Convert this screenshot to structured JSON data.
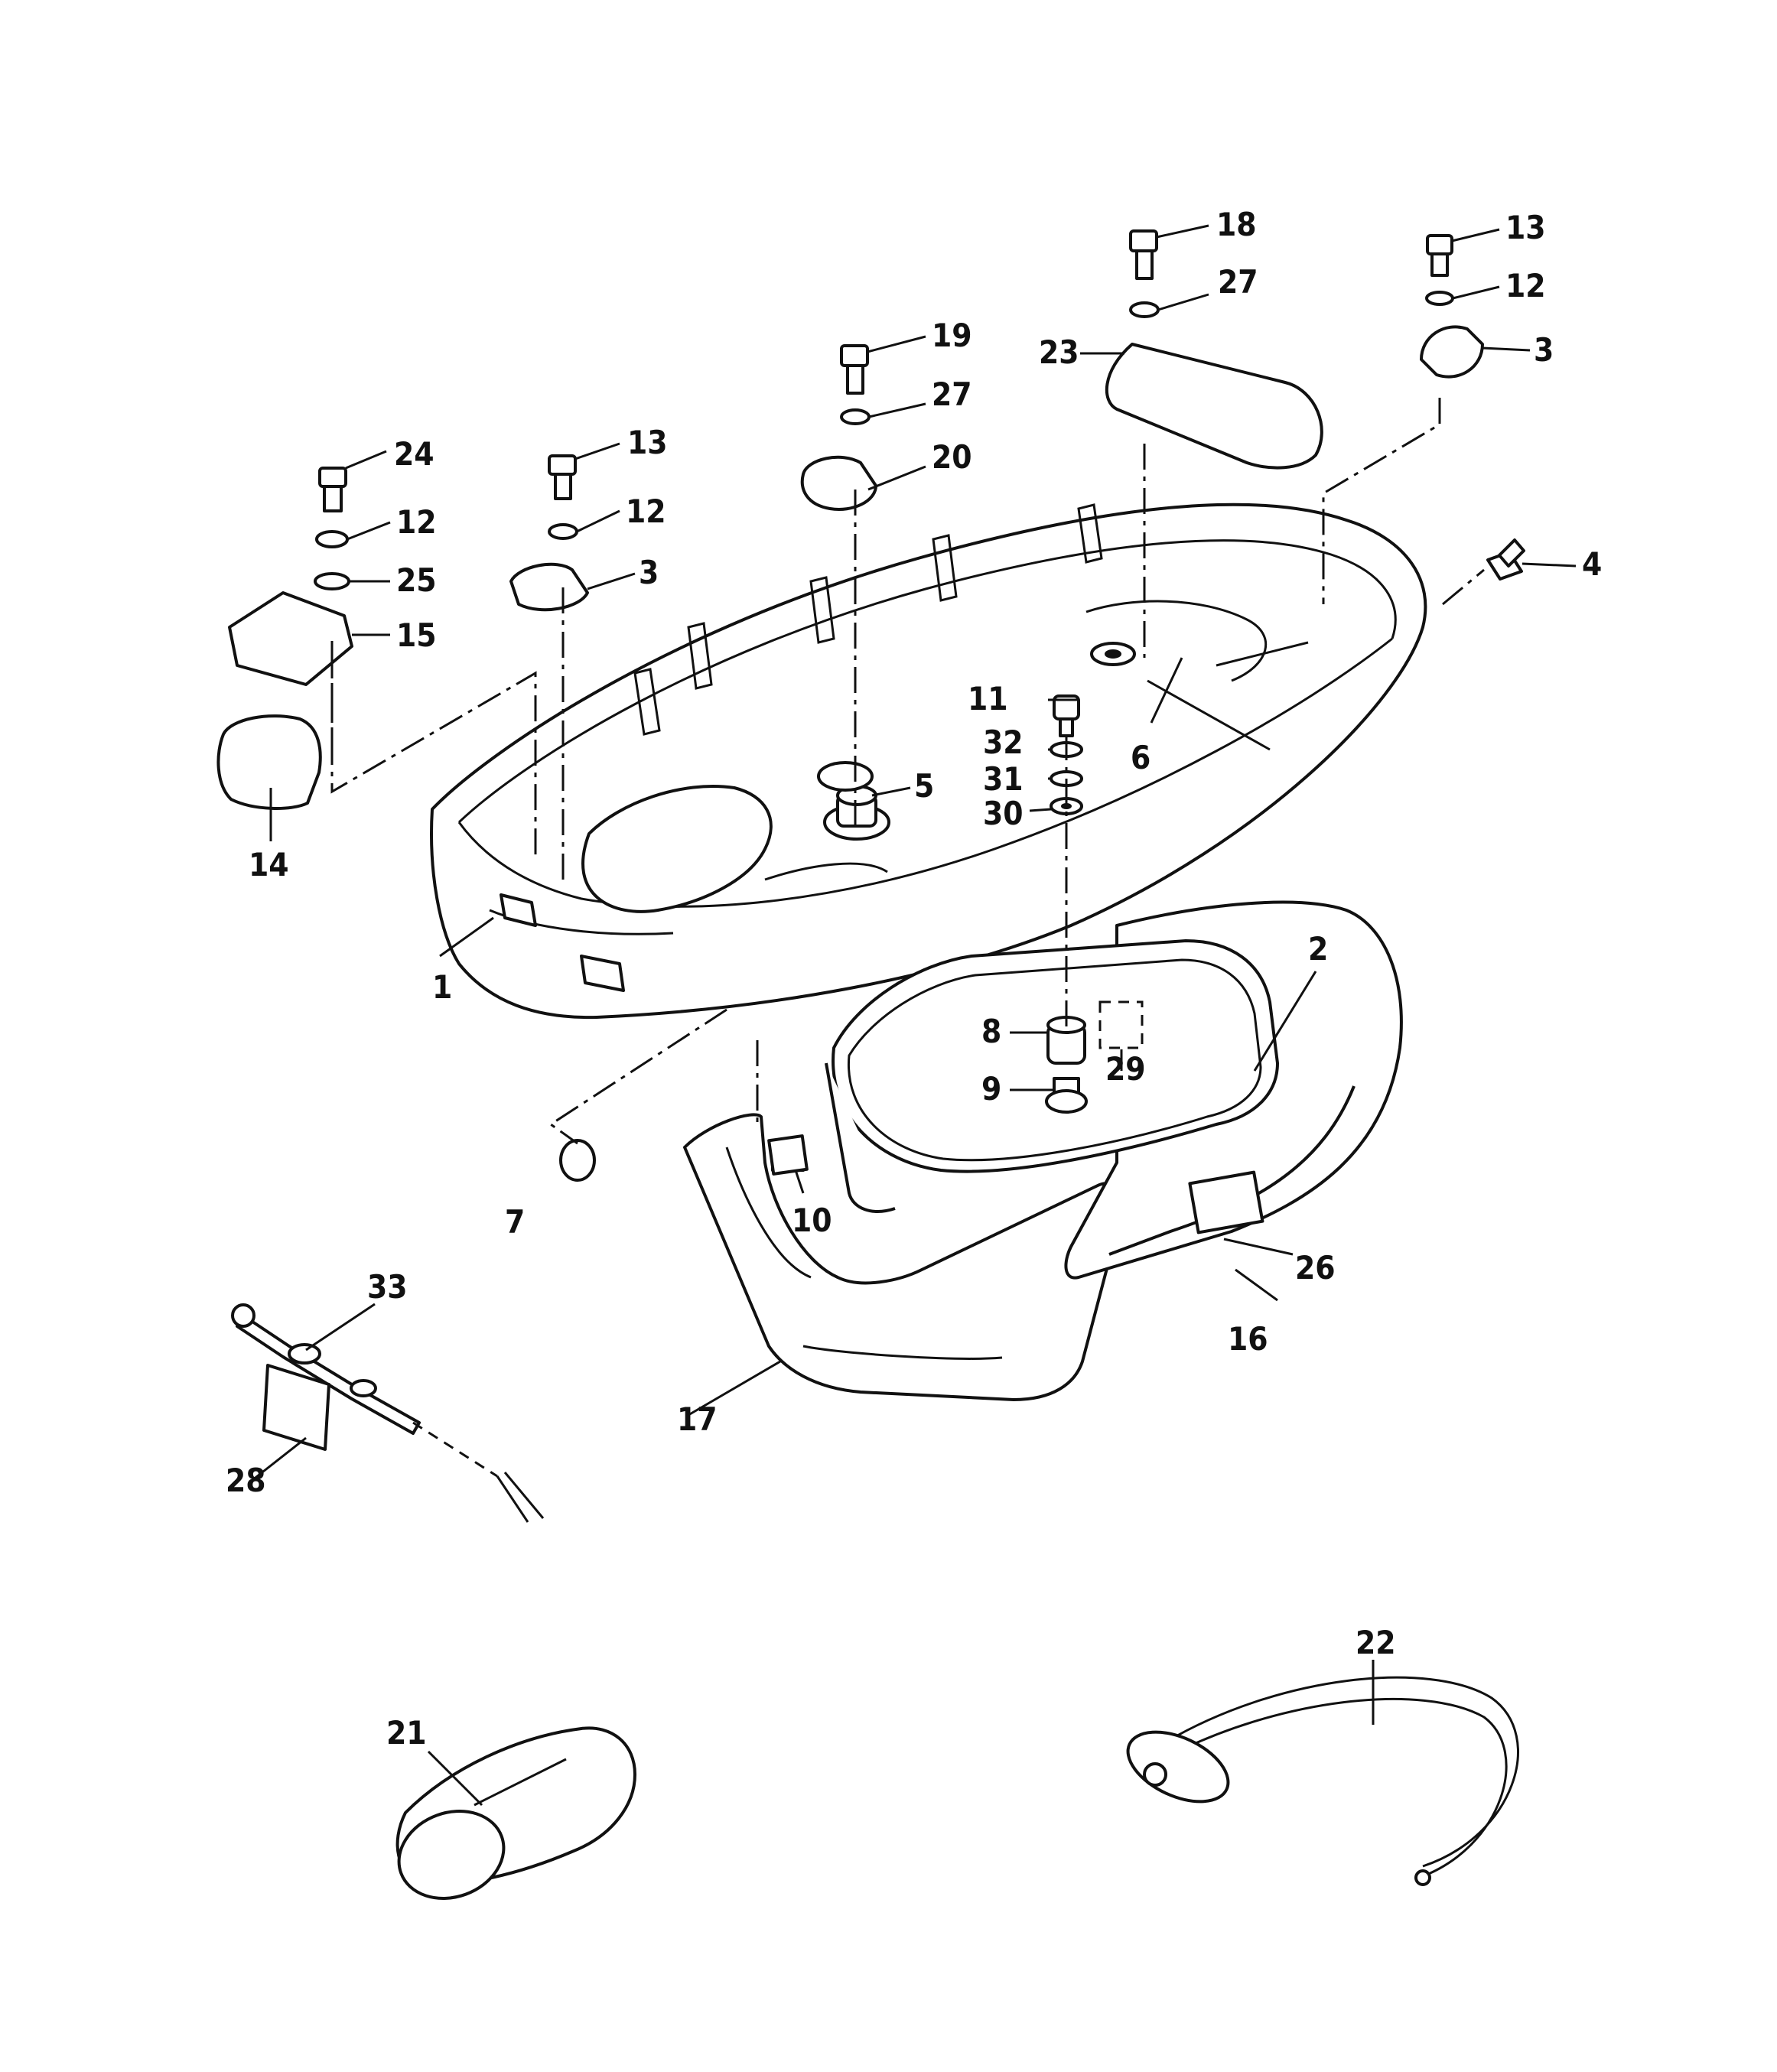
{
  "callouts": [
    {
      "id": "c1",
      "text": "1"
    },
    {
      "id": "c2",
      "text": "2"
    },
    {
      "id": "c3a",
      "text": "3"
    },
    {
      "id": "c3b",
      "text": "3"
    },
    {
      "id": "c4",
      "text": "4"
    },
    {
      "id": "c5",
      "text": "5"
    },
    {
      "id": "c6",
      "text": "6"
    },
    {
      "id": "c7",
      "text": "7"
    },
    {
      "id": "c8",
      "text": "8"
    },
    {
      "id": "c9",
      "text": "9"
    },
    {
      "id": "c10",
      "text": "10"
    },
    {
      "id": "c11",
      "text": "11"
    },
    {
      "id": "c12a",
      "text": "12"
    },
    {
      "id": "c12b",
      "text": "12"
    },
    {
      "id": "c12c",
      "text": "12"
    },
    {
      "id": "c13a",
      "text": "13"
    },
    {
      "id": "c13b",
      "text": "13"
    },
    {
      "id": "c14",
      "text": "14"
    },
    {
      "id": "c15",
      "text": "15"
    },
    {
      "id": "c16",
      "text": "16"
    },
    {
      "id": "c17",
      "text": "17"
    },
    {
      "id": "c18",
      "text": "18"
    },
    {
      "id": "c19",
      "text": "19"
    },
    {
      "id": "c20",
      "text": "20"
    },
    {
      "id": "c21",
      "text": "21"
    },
    {
      "id": "c22",
      "text": "22"
    },
    {
      "id": "c23",
      "text": "23"
    },
    {
      "id": "c24",
      "text": "24"
    },
    {
      "id": "c25",
      "text": "25"
    },
    {
      "id": "c26",
      "text": "26"
    },
    {
      "id": "c27a",
      "text": "27"
    },
    {
      "id": "c27b",
      "text": "27"
    },
    {
      "id": "c28",
      "text": "28"
    },
    {
      "id": "c29",
      "text": "29"
    },
    {
      "id": "c30",
      "text": "30"
    },
    {
      "id": "c31",
      "text": "31"
    },
    {
      "id": "c32",
      "text": "32"
    },
    {
      "id": "c33",
      "text": "33"
    }
  ]
}
